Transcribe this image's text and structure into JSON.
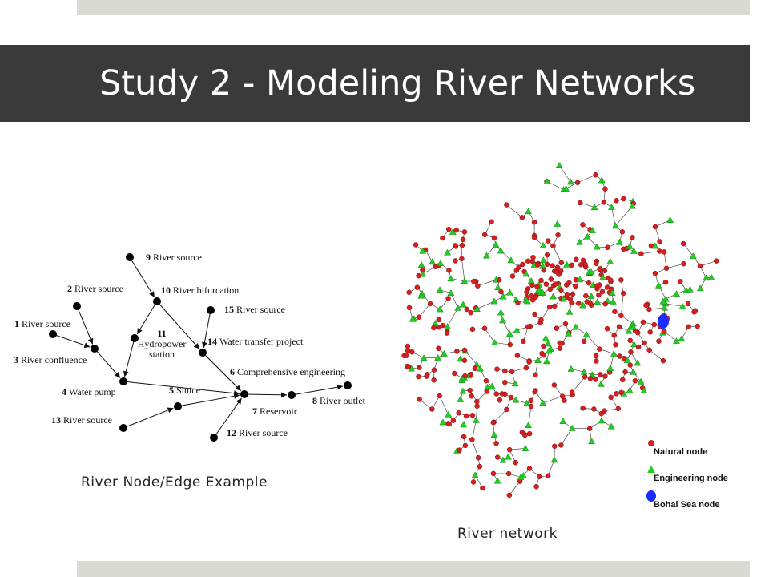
{
  "slide": {
    "title": "Study 2 - Modeling River Networks",
    "caption_left": "River Node/Edge Example",
    "caption_right": "River network"
  },
  "diagram": {
    "nodes": [
      {
        "id": "n9",
        "num": "9",
        "label": "River source"
      },
      {
        "id": "n2",
        "num": "2",
        "label": "River source"
      },
      {
        "id": "n10",
        "num": "10",
        "label": "River bifurcation"
      },
      {
        "id": "n15",
        "num": "15",
        "label": "River source"
      },
      {
        "id": "n1",
        "num": "1",
        "label": "River source"
      },
      {
        "id": "n11",
        "num": "11",
        "label": "Hydropower station"
      },
      {
        "id": "n14",
        "num": "14",
        "label": "Water transfer project"
      },
      {
        "id": "n3",
        "num": "3",
        "label": "River confluence"
      },
      {
        "id": "n6",
        "num": "6",
        "label": "Comprehensive engineering"
      },
      {
        "id": "n4",
        "num": "4",
        "label": "Water pump"
      },
      {
        "id": "n5",
        "num": "5",
        "label": "Sluice"
      },
      {
        "id": "n8",
        "num": "8",
        "label": "River outlet"
      },
      {
        "id": "n7",
        "num": "7",
        "label": "Reservoir"
      },
      {
        "id": "n13",
        "num": "13",
        "label": "River source"
      },
      {
        "id": "n12",
        "num": "12",
        "label": "River source"
      }
    ],
    "edges": [
      [
        "n9",
        "n10"
      ],
      [
        "n10",
        "n11"
      ],
      [
        "n10",
        "n14"
      ],
      [
        "n15",
        "n14"
      ],
      [
        "n2",
        "n3"
      ],
      [
        "n1",
        "n3"
      ],
      [
        "n3",
        "n4"
      ],
      [
        "n11",
        "n4"
      ],
      [
        "n4",
        "n6"
      ],
      [
        "n14",
        "n6"
      ],
      [
        "n13",
        "n5"
      ],
      [
        "n5",
        "n6"
      ],
      [
        "n12",
        "n6"
      ],
      [
        "n6",
        "n7"
      ],
      [
        "n7",
        "n8"
      ]
    ]
  },
  "network": {
    "legend": [
      {
        "label": "Natural node",
        "color": "#d42020",
        "shape": "circle"
      },
      {
        "label": "Engineering node",
        "color": "#22cc22",
        "shape": "triangle"
      },
      {
        "label": "Bohai Sea node",
        "color": "#1a2cff",
        "shape": "circle"
      }
    ],
    "colors": {
      "natural": "#d42020",
      "engineering": "#22cc22",
      "sea": "#1a2cff",
      "edge": "#333333"
    }
  }
}
